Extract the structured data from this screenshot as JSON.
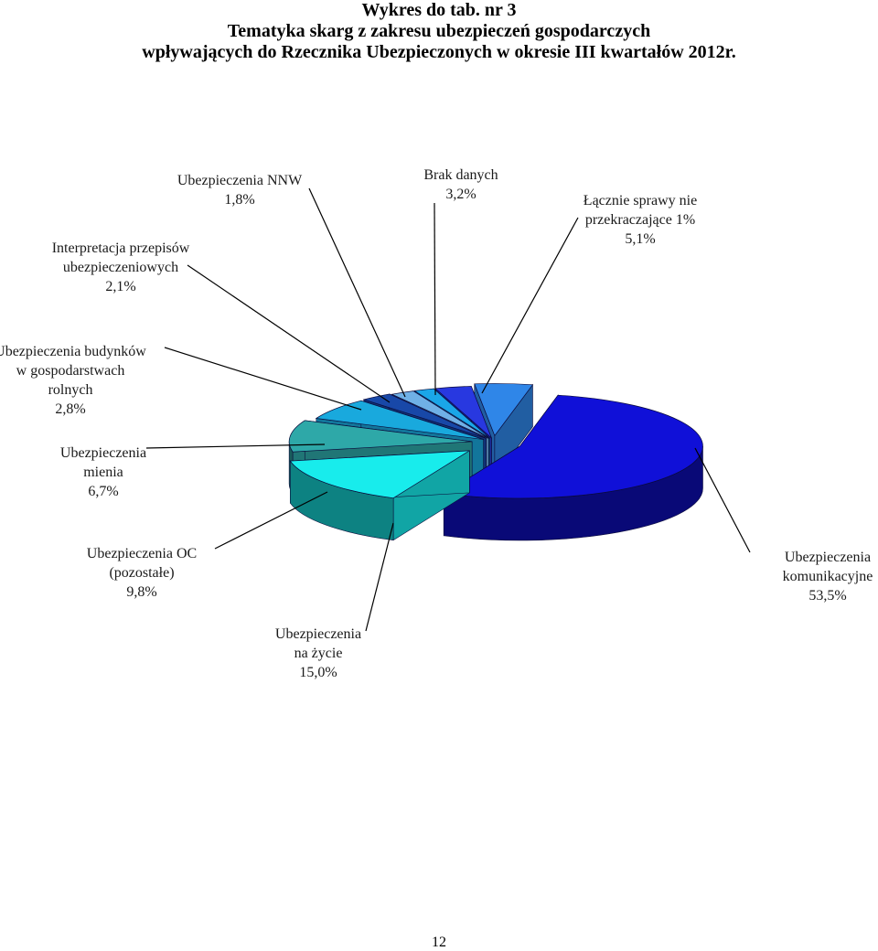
{
  "header": {
    "line1": "Wykres do tab. nr 3",
    "line2": "Tematyka skarg z zakresu ubezpieczeń gospodarczych",
    "line3": "wpływających do Rzecznika Ubezpieczonych w okresie III kwartałów 2012r."
  },
  "chart_data": {
    "type": "pie",
    "three_d": true,
    "exploded": true,
    "title": "Tematyka skarg z zakresu ubezpieczeń gospodarczych wpływających do Rzecznika Ubezpieczonych w okresie III kwartałów 2012r.",
    "slices": [
      {
        "label": [
          "Ubezpieczenia",
          "komunikacyjne"
        ],
        "value": 53.5,
        "value_label": "53,5%",
        "color": "#1010d8"
      },
      {
        "label": [
          "Ubezpieczenia",
          "na życie"
        ],
        "value": 15.0,
        "value_label": "15,0%",
        "color": "#18ecec"
      },
      {
        "label": [
          "Ubezpieczenia OC",
          "(pozostałe)"
        ],
        "value": 9.8,
        "value_label": "9,8%",
        "color": "#2ea8a8"
      },
      {
        "label": [
          "Ubezpieczenia",
          "mienia"
        ],
        "value": 6.7,
        "value_label": "6,7%",
        "color": "#19a9dd"
      },
      {
        "label": [
          "Ubezpieczenia budynków",
          "w gospodarstwach",
          "rolnych"
        ],
        "value": 2.8,
        "value_label": "2,8%",
        "color": "#1848a8"
      },
      {
        "label": [
          "Interpretacja przepisów",
          "ubezpieczeniowych"
        ],
        "value": 2.1,
        "value_label": "2,1%",
        "color": "#6fb0e6"
      },
      {
        "label": [
          "Ubezpieczenia NNW"
        ],
        "value": 1.8,
        "value_label": "1,8%",
        "color": "#1aa6e8"
      },
      {
        "label": [
          "Brak danych"
        ],
        "value": 3.2,
        "value_label": "3,2%",
        "color": "#2838e0"
      },
      {
        "label": [
          "Łącznie sprawy nie",
          "przekraczające 1%"
        ],
        "value": 5.1,
        "value_label": "5,1%",
        "color": "#2f86e8"
      }
    ]
  },
  "footer": {
    "page_number": "12"
  }
}
